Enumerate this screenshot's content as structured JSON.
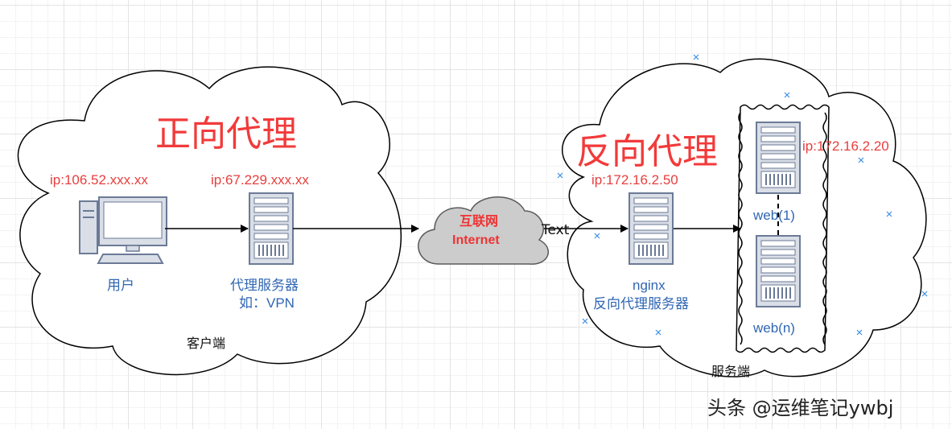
{
  "forward_proxy": {
    "title": "正向代理",
    "user_ip": "ip:106.52.xxx.xx",
    "proxy_ip": "ip:67.229.xxx.xx",
    "user_label": "用户",
    "proxy_label_line1": "代理服务器",
    "proxy_label_line2": "如：VPN",
    "region_label": "客户端"
  },
  "internet": {
    "label_cn": "互联网",
    "label_en": "Internet",
    "edge_label": "Text"
  },
  "reverse_proxy": {
    "title": "反向代理",
    "nginx_ip": "ip:172.16.2.50",
    "nginx_label_line1": "nginx",
    "nginx_label_line2": "反向代理服务器",
    "web_ip": "ip:172.16.2.20",
    "web1_label": "web(1)",
    "webn_label": "web(n)",
    "region_label": "服务端"
  },
  "watermark": "头条 @运维笔记ywbj",
  "colors": {
    "title_red": "#f23a3a",
    "ip_red": "#e83e3e",
    "label_blue": "#2f66b3",
    "server_gray": "#d9dee7",
    "server_stroke": "#6b7a96",
    "internet_cloud": "#cccccc"
  }
}
